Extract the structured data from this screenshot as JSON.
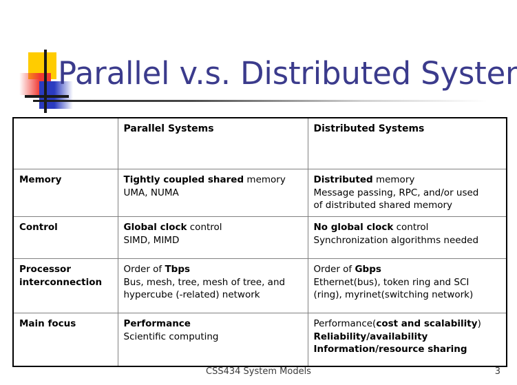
{
  "slide": {
    "title": "Parallel v.s. Distributed Systems",
    "title_color": "#3B3B8C",
    "background_color": "#FFFFFF"
  },
  "logo": {
    "yellow_color": "#FFCC00",
    "red_color": "#F03A33",
    "blue_color": "#2B3BC0",
    "bar_color": "#1A1A1A"
  },
  "table": {
    "columns": [
      "",
      "Parallel Systems",
      "Distributed Systems"
    ],
    "rows": [
      {
        "label": "Memory",
        "parallel": {
          "line1_bold": "Tightly coupled shared",
          "line1_rest": " memory",
          "line2": "UMA, NUMA",
          "line3": ""
        },
        "distributed": {
          "line1_bold": "Distributed",
          "line1_rest": " memory",
          "line2": "Message passing, RPC, and/or used",
          "line3": "of distributed shared memory"
        }
      },
      {
        "label": "Control",
        "parallel": {
          "line1_bold": "Global clock",
          "line1_rest": " control",
          "line2": "SIMD, MIMD",
          "line3": ""
        },
        "distributed": {
          "line1_bold": "No global clock",
          "line1_rest": " control",
          "line2": "Synchronization algorithms needed",
          "line3": ""
        }
      },
      {
        "label": "Processor interconnection",
        "label_line1": "Processor",
        "label_line2": "interconnection",
        "parallel": {
          "line1_plain": "Order of ",
          "line1_bold": "Tbps",
          "line2": "Bus, mesh, tree, mesh of tree, and",
          "line3": "hypercube (-related) network"
        },
        "distributed": {
          "line1_plain": "Order of ",
          "line1_bold": "Gbps",
          "line2": "Ethernet(bus), token ring and SCI",
          "line3": "(ring), myrinet(switching network)"
        }
      },
      {
        "label": "Main focus",
        "parallel": {
          "line1_bold": "Performance",
          "line2": "Scientific computing",
          "line3": ""
        },
        "distributed": {
          "line1_plain_a": "Performance(",
          "line1_bold": "cost and scalability",
          "line1_plain_b": ")",
          "line2_bold": "Reliability/availability",
          "line3_bold": "Information/resource sharing"
        }
      }
    ]
  },
  "footer": {
    "course": "CSS434 System Models",
    "page_number": "3"
  }
}
